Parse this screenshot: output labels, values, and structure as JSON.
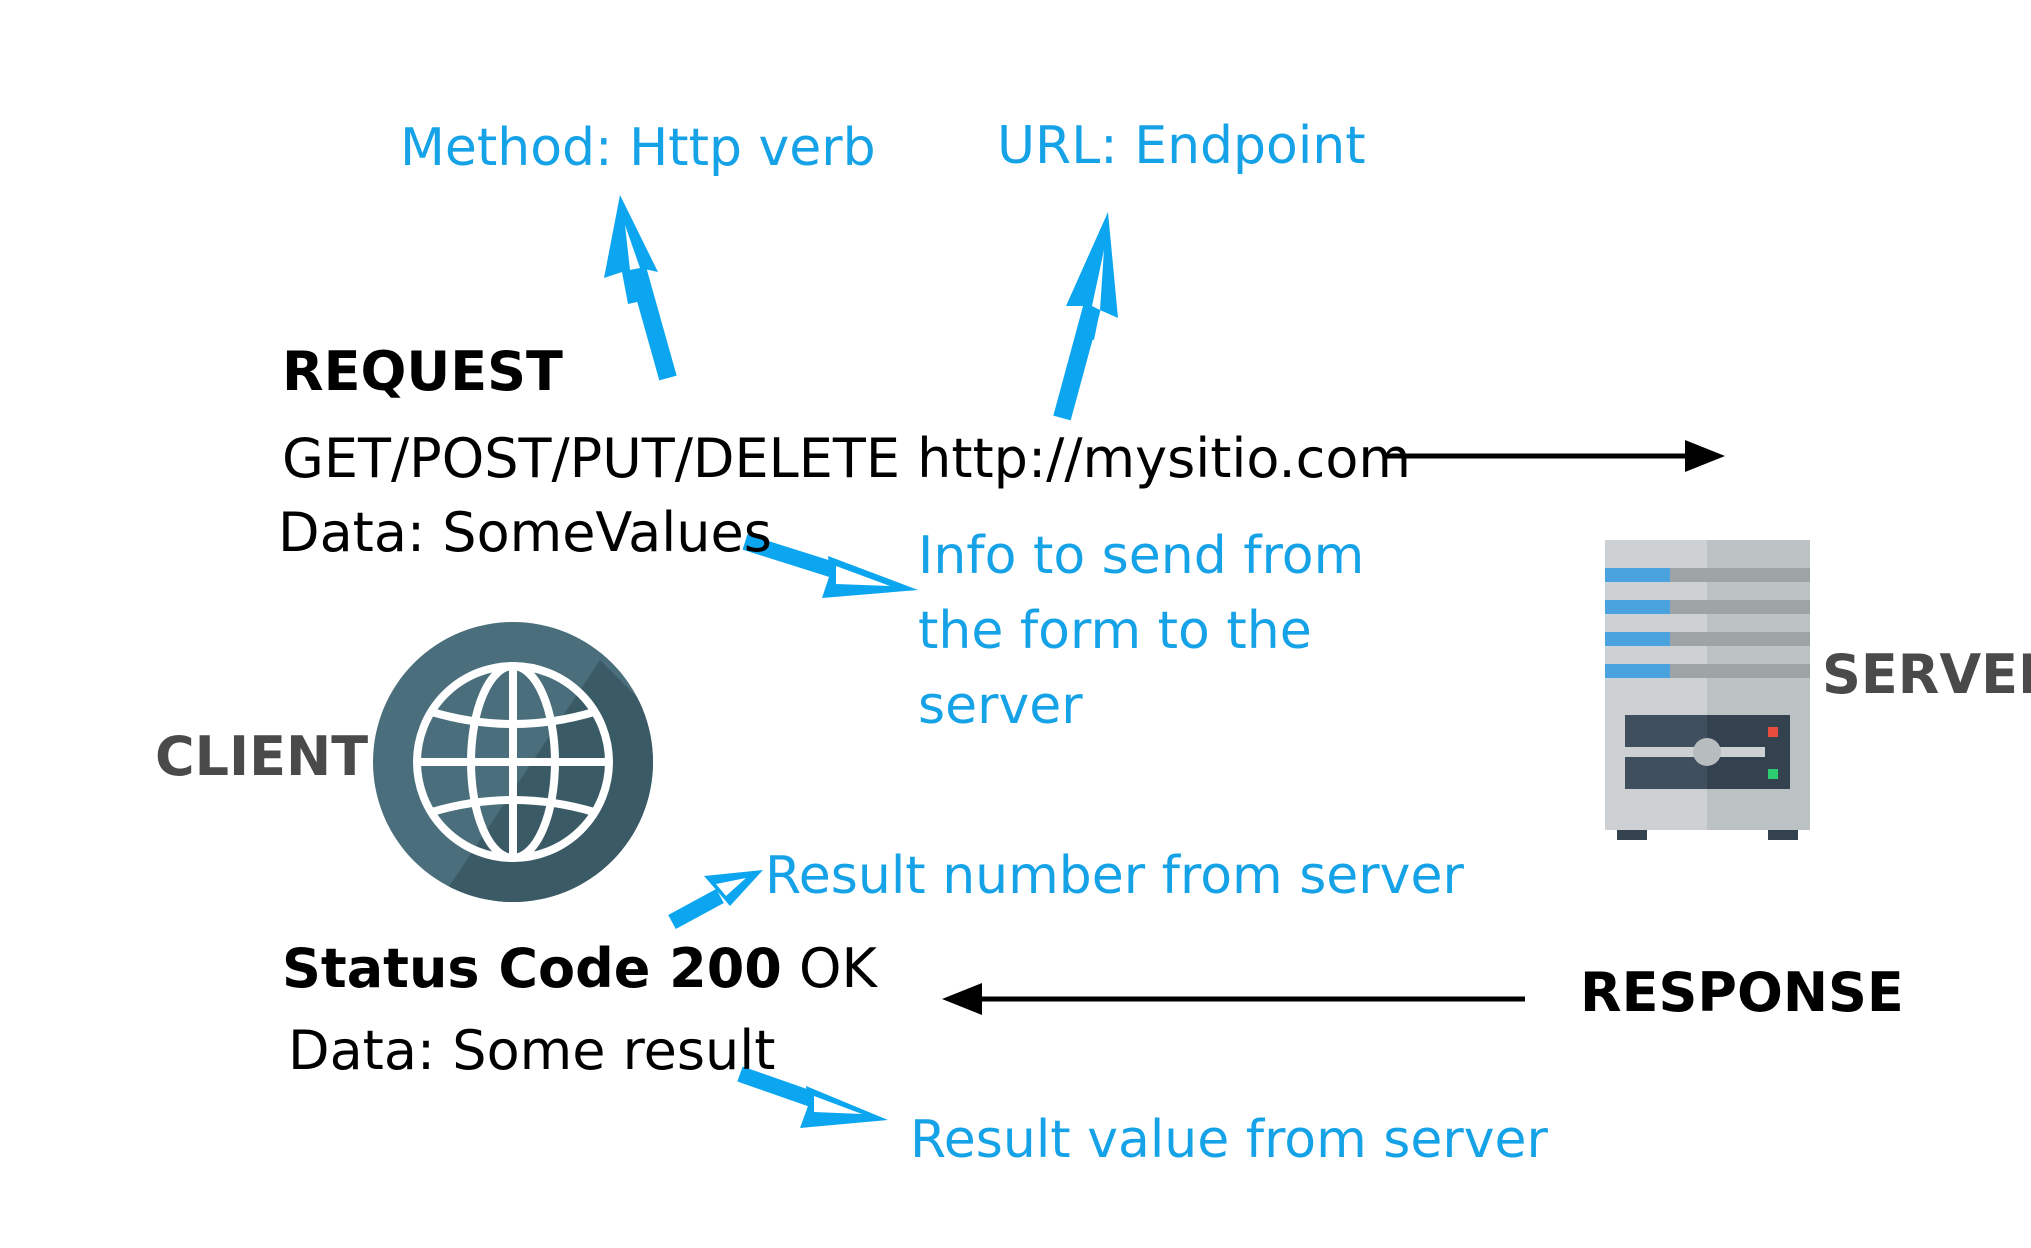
{
  "annotations": {
    "method": "Method: Http verb",
    "url": "URL: Endpoint",
    "info_line1": "Info to send from",
    "info_line2": "the form to the",
    "info_line3": "server",
    "result_number": "Result number from server",
    "result_value": "Result value from server"
  },
  "request": {
    "title": "REQUEST",
    "line": "GET/POST/PUT/DELETE http://mysitio.com",
    "data": "Data: SomeValues"
  },
  "response": {
    "title": "RESPONSE",
    "status_bold": "Status Code 200",
    "status_rest": " OK",
    "data": "Data: Some result"
  },
  "client": {
    "label": "CLIENT",
    "icon": "globe-icon"
  },
  "server": {
    "label": "SERVER",
    "icon": "server-icon"
  },
  "colors": {
    "annotation": "#15a2e6",
    "arrow_blue": "#0ba6ef",
    "arrow_black": "#000000",
    "globe_bg": "#4a6e7b",
    "globe_shadow": "#3a5a66",
    "server_body": "#cdd1d4",
    "server_panel": "#3f4f5e",
    "server_stripe_blue": "#4aa3df",
    "server_stripe_gray": "#9ea4a6",
    "led_red": "#e74c3c",
    "led_green": "#2ecc71"
  }
}
